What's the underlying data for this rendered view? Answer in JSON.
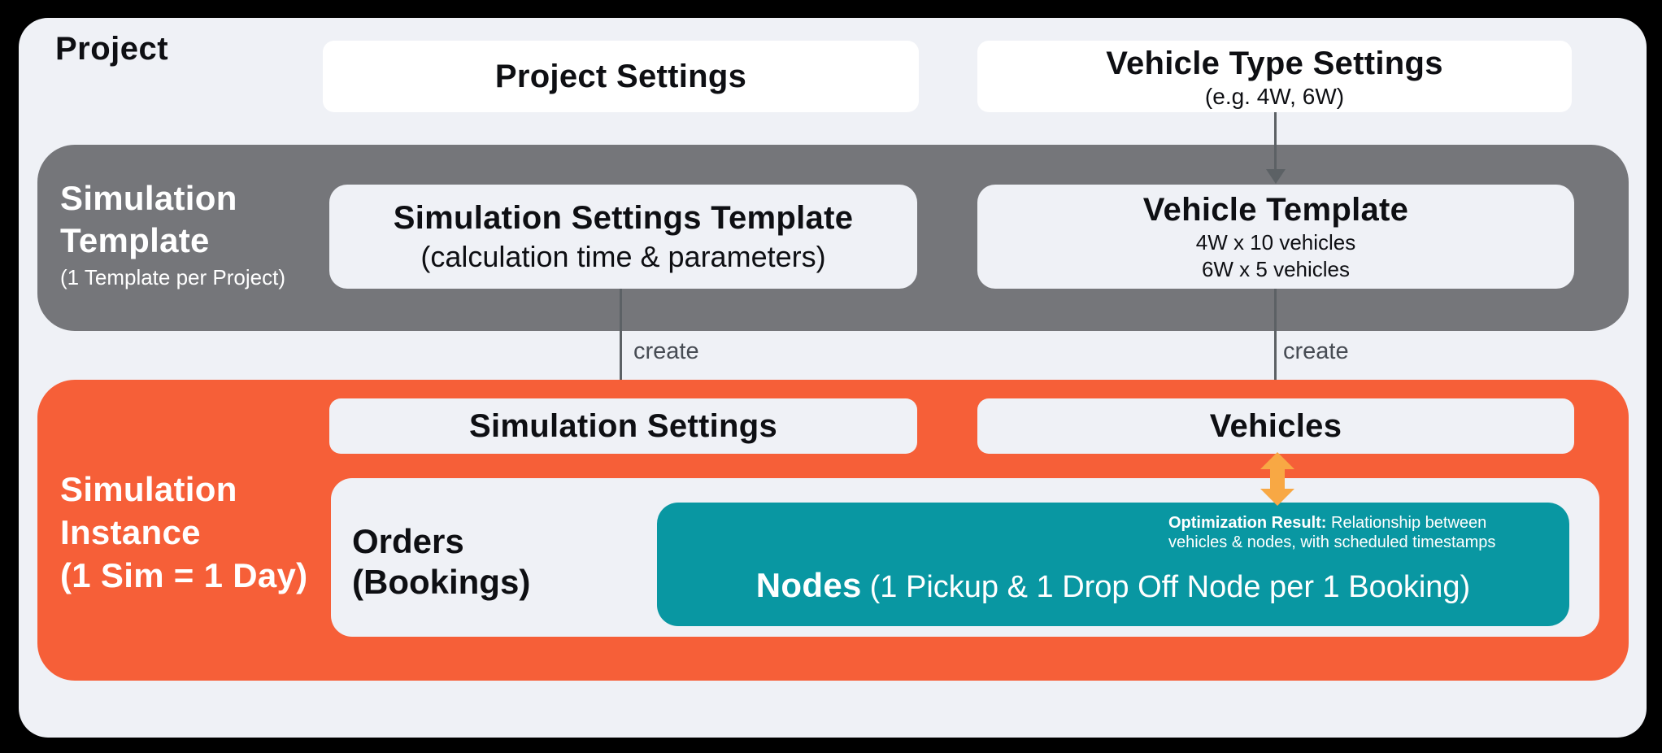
{
  "colors": {
    "background": "#000000",
    "panel": "#eff1f6",
    "white_box": "#ffffff",
    "gray_band": "#75767a",
    "orange_band": "#f65f38",
    "teal_box": "#0997a2",
    "amber_arrow": "#f8a844",
    "arrow_gray": "#5c6165",
    "create_text": "#474c54",
    "text_dark": "#0e0f13"
  },
  "project": {
    "label": "Project",
    "project_settings": "Project Settings",
    "vehicle_type_settings": {
      "title": "Vehicle Type Settings",
      "subtitle": "(e.g. 4W, 6W)"
    }
  },
  "simulation_template": {
    "label_line1": "Simulation",
    "label_line2": "Template",
    "label_note": "(1 Template per Project)",
    "settings_template": {
      "title": "Simulation Settings Template",
      "subtitle": "(calculation time & parameters)"
    },
    "vehicle_template": {
      "title": "Vehicle Template",
      "line1": "4W x 10 vehicles",
      "line2": "6W x 5 vehicles"
    }
  },
  "flows": {
    "create_left": "create",
    "create_right": "create"
  },
  "simulation_instance": {
    "label_line1": "Simulation",
    "label_line2": "Instance",
    "label_line3": "(1 Sim = 1 Day)",
    "simulation_settings": "Simulation Settings",
    "vehicles": "Vehicles",
    "orders_line1": "Orders",
    "orders_line2": "(Bookings)",
    "nodes": {
      "optimization_bold": "Optimization Result:",
      "optimization_rest": " Relationship between",
      "optimization_line2": "vehicles & nodes, with scheduled timestamps",
      "title": "Nodes",
      "subtitle": "(1 Pickup & 1 Drop Off Node per 1 Booking)"
    }
  }
}
